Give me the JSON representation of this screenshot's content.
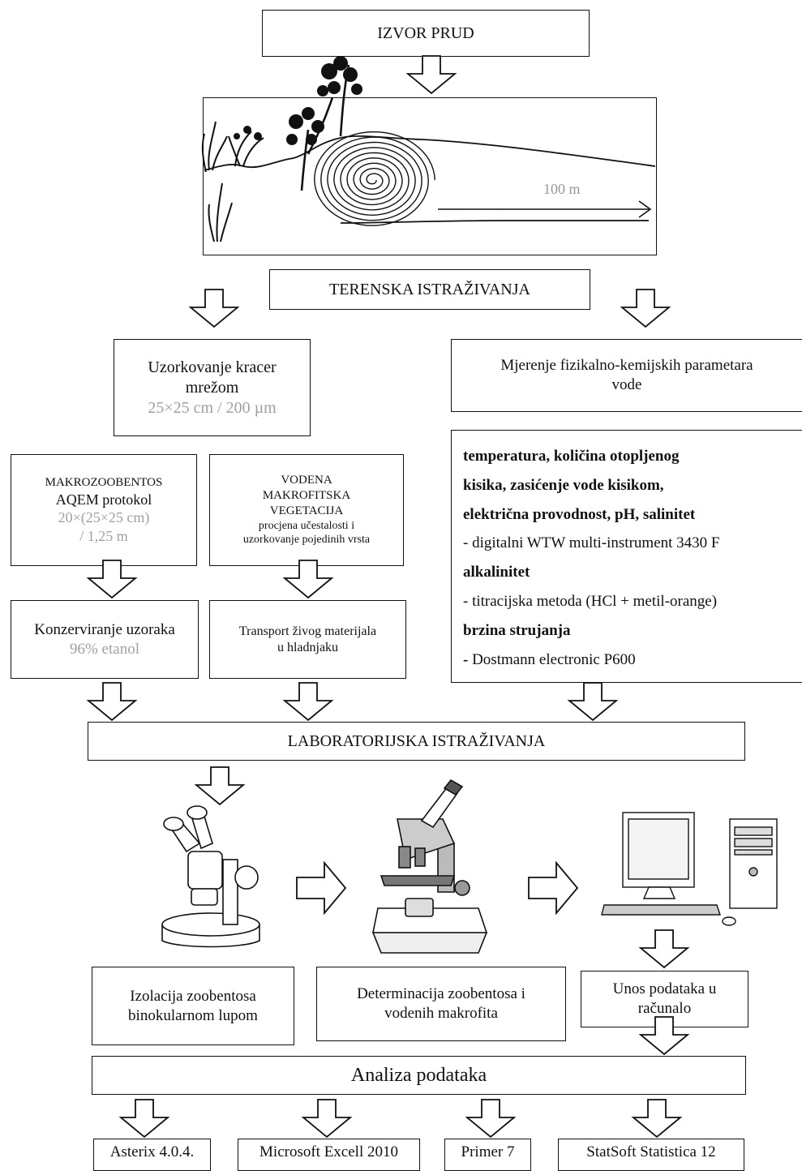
{
  "source": "IZVOR PRUD",
  "site_distance": "100 m",
  "field": "TERENSKA ISTRAŽIVANJA",
  "sampling": {
    "line1": "Uzorkovanje kracer",
    "line2": "mrežom",
    "spec": "25×25 cm / 200 µm"
  },
  "measurement": {
    "line1": "Mjerenje fizikalno-kemijskih parametara",
    "line2": "vode"
  },
  "macrozoo": {
    "line1": "MAKROZOOBENTOS",
    "line2": "AQEM protokol",
    "spec1": "20×(25×25 cm)",
    "spec2": "/ 1,25 m"
  },
  "macrophyte": {
    "line1": "VODENA",
    "line2": "MAKROFITSKA",
    "line3": "VEGETACIJA",
    "desc1": "procjena učestalosti i",
    "desc2": "uzorkovanje pojedinih vrsta"
  },
  "conservation": {
    "line1": "Konzerviranje uzoraka",
    "spec": "96% etanol"
  },
  "transport": {
    "line1": "Transport živog materijala",
    "line2": "u hladnjaku"
  },
  "parameters": {
    "p1": "temperatura, količina otopljenog",
    "p2": "kisika, zasićenje vode kisikom,",
    "p3": "električna provodnost, pH, salinitet",
    "i1": "- digitalni WTW multi-instrument 3430 F",
    "p4": "alkalinitet",
    "i2": "- titracijska metoda (HCl + metil-orange)",
    "p5": "brzina strujanja",
    "i3_dash": "-",
    "i3": " Dostmann electronic P600"
  },
  "lab": "LABORATORIJSKA ISTRAŽIVANJA",
  "isolation": {
    "line1": "Izolacija zoobentosa",
    "line2": "binokularnom lupom"
  },
  "determination": {
    "line1": "Determinacija zoobentosa i",
    "line2": "vodenih makrofita"
  },
  "entry": {
    "line1": "Unos podataka u",
    "line2": "računalo"
  },
  "analysis": "Analiza podataka",
  "software": [
    "Asterix 4.0.4.",
    "Microsoft Excell 2010",
    "Primer 7",
    "StatSoft Statistica 12"
  ]
}
